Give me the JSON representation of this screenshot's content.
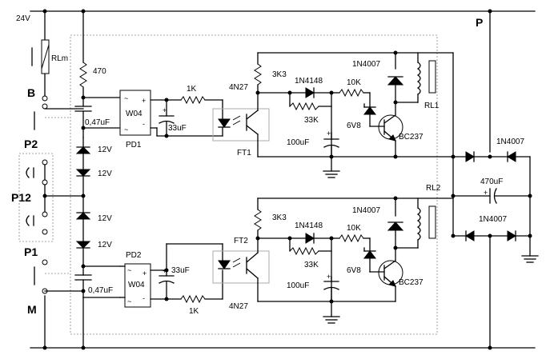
{
  "labels": {
    "supply": "24V",
    "terminal_p": "P",
    "terminal_b": "B",
    "terminal_p2": "P2",
    "terminal_p12": "P12",
    "terminal_p1": "P1",
    "terminal_m": "M"
  },
  "top": {
    "rlm": "RLm",
    "r_470": "470",
    "cap": "0,47uF",
    "bridge": "W04",
    "bridge_ref": "PD1",
    "r_1k": "1K",
    "cap_33": "33uF",
    "opto": "4N27",
    "opto_ref": "FT1",
    "r_3k3": "3K3",
    "diode_1n4148": "1N4148",
    "r_10k": "10K",
    "r_33k": "33K",
    "zener": "6V8",
    "cap_100": "100uF",
    "transistor": "BC237",
    "diode_1n4007": "1N4007",
    "relay": "RL1"
  },
  "middle": {
    "zener_a": "12V",
    "zener_b": "12V",
    "zener_c": "12V",
    "zener_d": "12V"
  },
  "bottom": {
    "cap": "0,47uF",
    "bridge": "W04",
    "bridge_ref": "PD2",
    "r_1k": "1K",
    "cap_33": "33uF",
    "opto": "4N27",
    "opto_ref": "FT2",
    "r_3k3": "3K3",
    "diode_1n4148": "1N4148",
    "r_10k": "10K",
    "r_33k": "33K",
    "zener": "6V8",
    "cap_100": "100uF",
    "transistor": "BC237",
    "diode_1n4007": "1N4007",
    "relay": "RL2"
  },
  "right": {
    "diode_top": "1N4007",
    "cap": "470uF",
    "diode_bottom": "1N4007"
  },
  "symbols": {
    "ac": "~",
    "plus": "+",
    "minus": "-"
  }
}
